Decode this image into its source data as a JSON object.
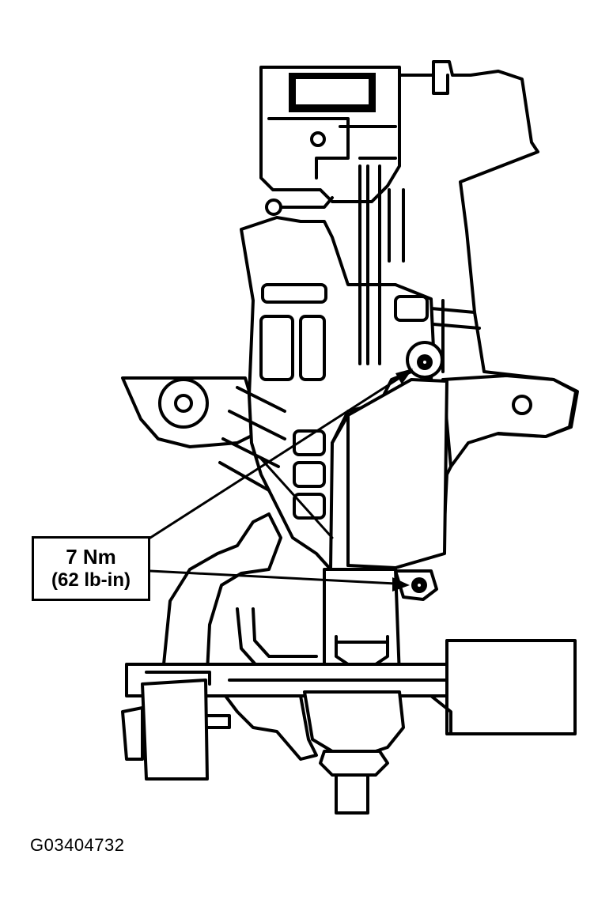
{
  "callout": {
    "torque_metric": "7 Nm",
    "torque_imperial": "(62 lb-in)"
  },
  "figure_id": "G03404732",
  "colors": {
    "line": "#000000",
    "background": "#ffffff"
  }
}
